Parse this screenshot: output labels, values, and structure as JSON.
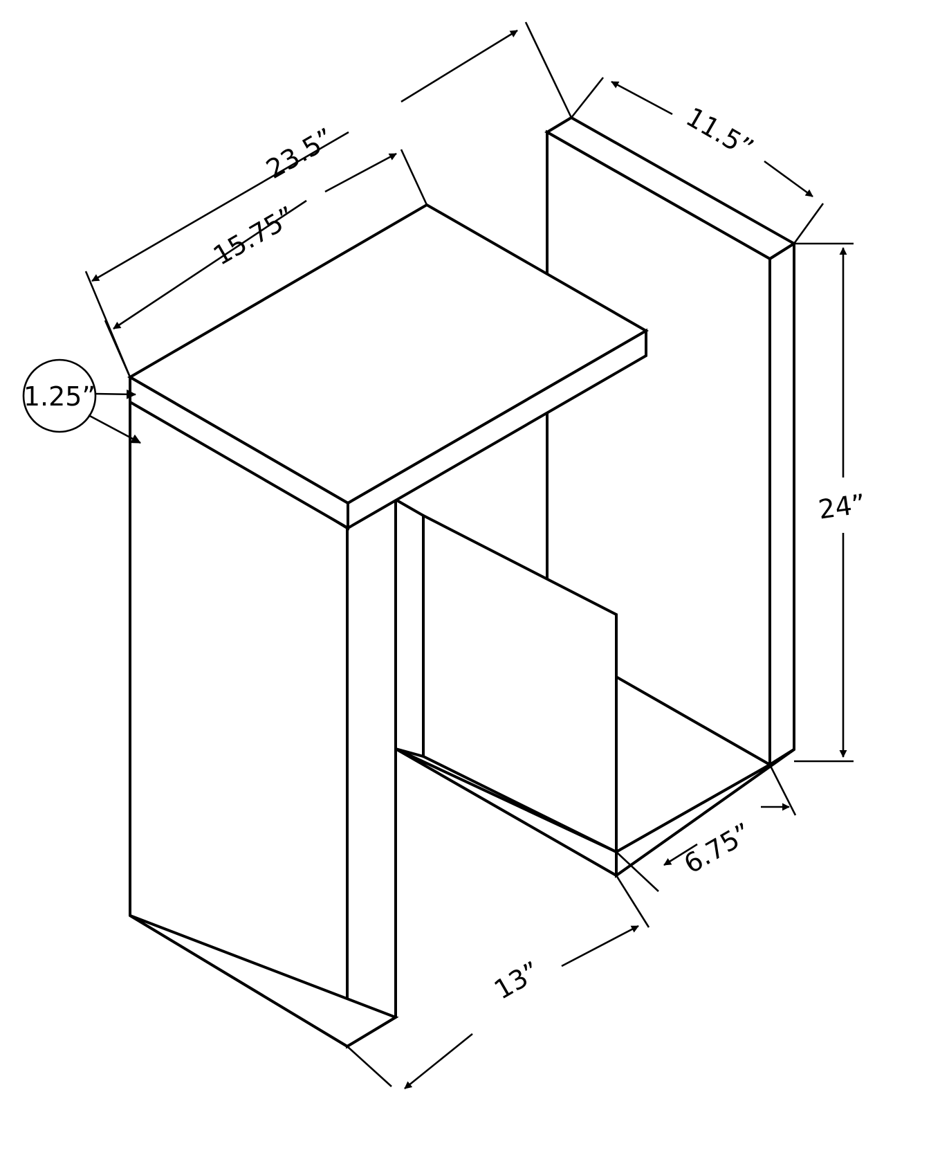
{
  "drawing": {
    "title": "Accent End Table Isometric Dimension Drawing",
    "view": "isometric",
    "units": "inches",
    "line_color": "#000000",
    "background_color": "#ffffff",
    "fill_color": "#ffffff"
  },
  "dimensions": {
    "overall_width": {
      "label": "23.5”",
      "name": "overall-width",
      "value": 23.5,
      "unit": "in"
    },
    "top_width": {
      "label": "15.75”",
      "name": "table-top-width",
      "value": 15.75,
      "unit": "in"
    },
    "top_depth": {
      "label": "11.5”",
      "name": "table-top-depth",
      "value": 11.5,
      "unit": "in"
    },
    "panel_thickness": {
      "label": "1.25”",
      "name": "panel-thickness",
      "value": 1.25,
      "unit": "in"
    },
    "overall_height": {
      "label": "24”",
      "name": "overall-height",
      "value": 24,
      "unit": "in"
    },
    "base_depth": {
      "label": "6.75”",
      "name": "base-foot-depth",
      "value": 6.75,
      "unit": "in"
    },
    "base_width": {
      "label": "13”",
      "name": "base-foot-width",
      "value": 13,
      "unit": "in"
    }
  },
  "callouts": [
    {
      "id": "thickness-balloon",
      "label": "1.25”",
      "shape": "circle"
    }
  ]
}
